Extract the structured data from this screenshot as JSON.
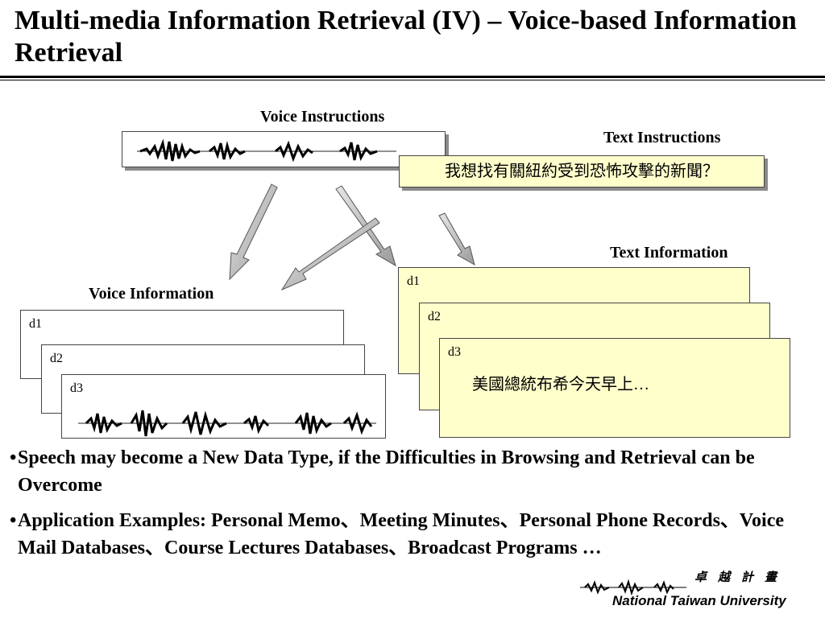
{
  "title": "Multi-media Information Retrieval (IV) – Voice-based Information Retrieval",
  "diagram": {
    "voice_instructions_label": "Voice Instructions",
    "text_instructions_label": "Text Instructions",
    "text_instruction_query": "我想找有關紐約受到恐怖攻擊的新聞？",
    "voice_information_label": "Voice Information",
    "text_information_label": "Text Information",
    "voice_docs": [
      "d1",
      "d2",
      "d3"
    ],
    "text_docs": [
      "d1",
      "d2",
      "d3"
    ],
    "text_doc_content": "美國總統布希今天早上…"
  },
  "bullets": [
    {
      "marker": "•",
      "text": "Speech may become a New Data Type, if the Difficulties in Browsing and Retrieval can be Overcome"
    },
    {
      "marker": "•",
      "text": "Application Examples: Personal Memo、Meeting Minutes、Personal Phone Records、Voice Mail Databases、Course Lectures Databases、Broadcast Programs …"
    }
  ],
  "logo": {
    "chars": "卓越計畫",
    "university": "National Taiwan University"
  },
  "colors": {
    "text_box_fill": "#ffffcc",
    "arrow_fill": "#c8c8c8",
    "rule": "#000000"
  }
}
